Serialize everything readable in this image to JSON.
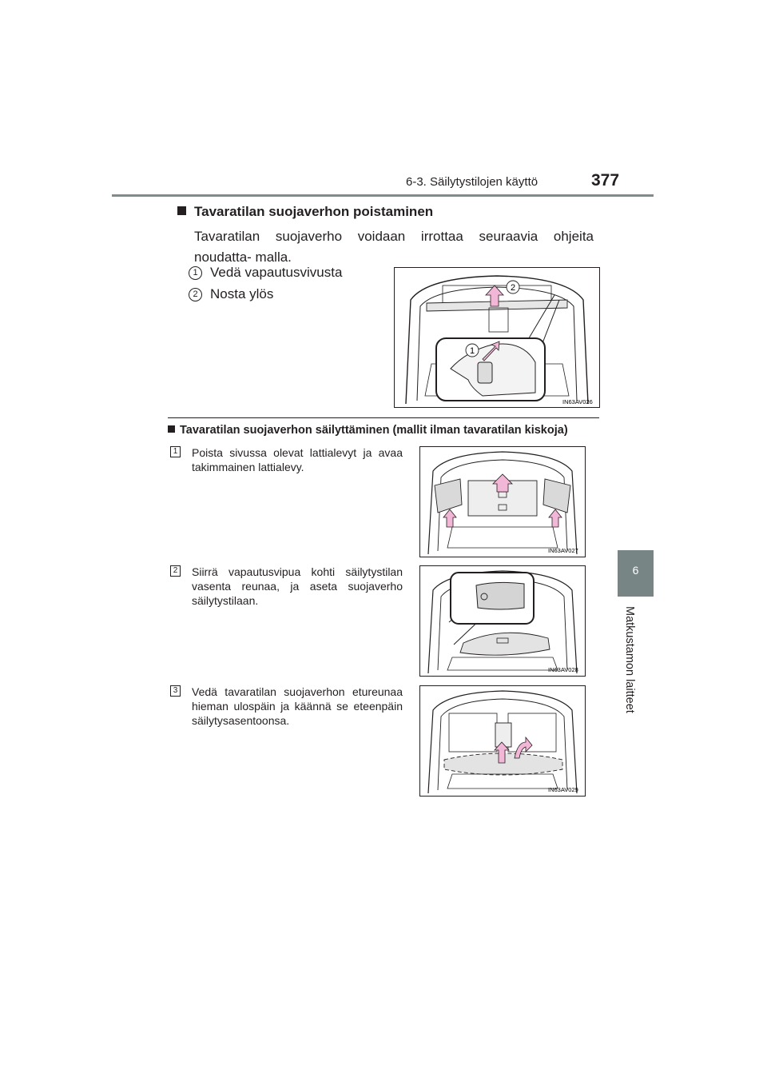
{
  "header": {
    "section_title": "6-3. Säilytystilojen käyttö",
    "page_number": "377"
  },
  "side_tab": {
    "chapter_number": "6",
    "chapter_title": "Matkustamon laitteet"
  },
  "section1": {
    "title": "Tavaratilan suojaverhon poistaminen",
    "intro": "Tavaratilan suojaverho voidaan irrottaa seuraavia ohjeita noudatta- malla.",
    "steps": [
      {
        "num": "1",
        "text": "Vedä vapautusvivusta"
      },
      {
        "num": "2",
        "text": "Nosta ylös"
      }
    ],
    "figure": {
      "label": "IN63AV026",
      "callout_1": "1",
      "callout_2": "2"
    }
  },
  "section2": {
    "title": "Tavaratilan suojaverhon säilyttäminen (mallit ilman tavaratilan kiskoja)",
    "steps": [
      {
        "num": "1",
        "text": "Poista sivussa olevat lattialevyt ja avaa takimmainen lattialevy.",
        "figure_label": "IN63AV027"
      },
      {
        "num": "2",
        "text": "Siirrä vapautusvipua kohti säilytystilan vasenta reunaa, ja aseta suojaverho säilytystilaan.",
        "figure_label": "IN63AV028"
      },
      {
        "num": "3",
        "text": "Vedä tavaratilan suojaverhon etureunaa hieman ulospäin ja käännä se eteenpäin säilytysasentoonsa.",
        "figure_label": "IN63AV029"
      }
    ]
  },
  "colors": {
    "accent_arrow": "#f2b6d6",
    "tab_gray": "#778584",
    "rule_gray": "#7f8c8c"
  }
}
